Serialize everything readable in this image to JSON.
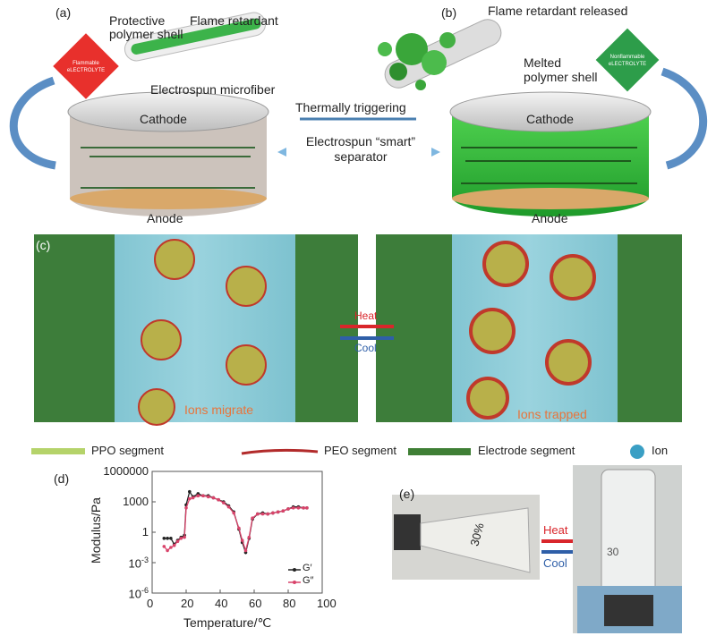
{
  "panels": {
    "a": "(a)",
    "b": "(b)",
    "c": "(c)",
    "d": "(d)",
    "e": "(e)"
  },
  "panel_a": {
    "shell": "Protective polymer shell",
    "shell_l1": "Protective",
    "shell_l2": "polymer shell",
    "retardant": "Flame retardant",
    "fiber": "Electrospun microfiber",
    "cathode": "Cathode",
    "anode": "Anode",
    "diamond_l1": "Flammable",
    "diamond_l2": "eLECTROLYTE"
  },
  "panel_b": {
    "released": "Flame retardant released",
    "melted_l1": "Melted",
    "melted_l2": "polymer shell",
    "cathode": "Cathode",
    "anode": "Anode",
    "diamond_l1": "Nonflammable",
    "diamond_l2": "eLECTROLYTE"
  },
  "middle": {
    "trigger": "Thermally triggering",
    "sep_l1": "Electrospun “smart”",
    "sep_l2": "separator"
  },
  "panel_c": {
    "left_caption": "Ions migrate",
    "right_caption": "Ions trapped",
    "heat": "Heat",
    "cool": "Cool"
  },
  "legend": {
    "ppo": "PPO segment",
    "peo": "PEO segment",
    "electrode": "Electrode segment",
    "ion": "Ion"
  },
  "panel_e": {
    "percent": "30%",
    "heat": "Heat",
    "cool": "Cool",
    "vial_text": "30"
  },
  "colors": {
    "heat": "#d9262b",
    "cool": "#2f5fa8",
    "green": "#3fbf3f",
    "flame": "#e8302c"
  },
  "chart_data": {
    "type": "line",
    "xlabel": "Temperature/℃",
    "ylabel": "Modulus/Pa",
    "xlim": [
      0,
      100
    ],
    "ylim_log10": [
      -6,
      6
    ],
    "yscale": "log",
    "xticks": [
      "0",
      "20",
      "40",
      "60",
      "80",
      "100"
    ],
    "yticks": [
      "1000000",
      "1000",
      "1",
      "10-3",
      "10-6"
    ],
    "legend_position": "bottom-right",
    "series": [
      {
        "name": "G′",
        "color": "#222222",
        "points": [
          [
            7,
            -0.6
          ],
          [
            9,
            -0.6
          ],
          [
            11,
            -0.6
          ],
          [
            13,
            -1.2
          ],
          [
            15,
            -0.8
          ],
          [
            17,
            -0.5
          ],
          [
            19,
            -0.3
          ],
          [
            20,
            2.7
          ],
          [
            22,
            4.0
          ],
          [
            24,
            3.5
          ],
          [
            27,
            3.8
          ],
          [
            30,
            3.6
          ],
          [
            33,
            3.6
          ],
          [
            36,
            3.4
          ],
          [
            39,
            3.2
          ],
          [
            42,
            3.0
          ],
          [
            45,
            2.6
          ],
          [
            48,
            2.0
          ],
          [
            51,
            0.3
          ],
          [
            53,
            -1.0
          ],
          [
            55,
            -2.0
          ],
          [
            57,
            -0.6
          ],
          [
            59,
            1.3
          ],
          [
            62,
            1.8
          ],
          [
            65,
            1.9
          ],
          [
            68,
            1.8
          ],
          [
            71,
            1.9
          ],
          [
            74,
            2.0
          ],
          [
            77,
            2.1
          ],
          [
            80,
            2.3
          ],
          [
            83,
            2.5
          ],
          [
            86,
            2.5
          ],
          [
            89,
            2.4
          ],
          [
            91,
            2.4
          ]
        ]
      },
      {
        "name": "G″",
        "color": "#d9436a",
        "points": [
          [
            7,
            -1.4
          ],
          [
            9,
            -1.8
          ],
          [
            11,
            -1.5
          ],
          [
            13,
            -1.3
          ],
          [
            15,
            -0.9
          ],
          [
            17,
            -0.6
          ],
          [
            19,
            -0.5
          ],
          [
            20,
            2.4
          ],
          [
            22,
            3.3
          ],
          [
            24,
            3.4
          ],
          [
            27,
            3.6
          ],
          [
            30,
            3.6
          ],
          [
            33,
            3.5
          ],
          [
            36,
            3.4
          ],
          [
            39,
            3.2
          ],
          [
            42,
            2.9
          ],
          [
            45,
            2.5
          ],
          [
            48,
            1.9
          ],
          [
            51,
            0.4
          ],
          [
            53,
            -0.8
          ],
          [
            55,
            -1.8
          ],
          [
            57,
            -0.5
          ],
          [
            59,
            1.4
          ],
          [
            62,
            1.8
          ],
          [
            65,
            1.8
          ],
          [
            68,
            1.8
          ],
          [
            71,
            1.9
          ],
          [
            74,
            2.0
          ],
          [
            77,
            2.1
          ],
          [
            80,
            2.3
          ],
          [
            83,
            2.4
          ],
          [
            86,
            2.4
          ],
          [
            89,
            2.4
          ],
          [
            91,
            2.4
          ]
        ]
      }
    ]
  }
}
